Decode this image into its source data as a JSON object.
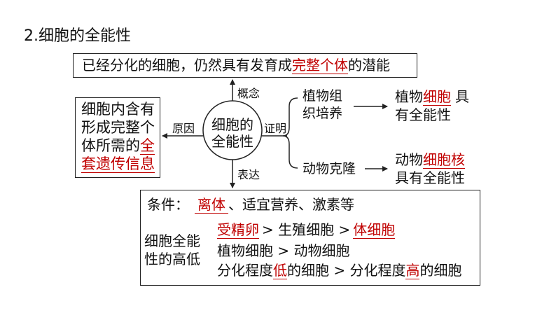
{
  "heading": "2.细胞的全能性",
  "top_box": {
    "prefix": "已经分化的细胞，仍然具有发育成",
    "highlight": "完整个体",
    "suffix": "的潜能"
  },
  "center": {
    "line1": "细胞的",
    "line2": "全能性"
  },
  "edge_labels": {
    "concept": "概念",
    "reason": "原因",
    "proof": "证明",
    "expression": "表达"
  },
  "reason_box": {
    "line1": "细胞内含有",
    "line2": "形成完整个",
    "line3_prefix": "体所需的",
    "line3_highlight": "全",
    "line4_highlight": "套遗传信息"
  },
  "proof": {
    "plant_method": {
      "line1": "植物组",
      "line2": "织培养"
    },
    "plant_result": {
      "prefix": "植物",
      "highlight": "细胞",
      "suffix": "具",
      "line2": "有全能性"
    },
    "animal_method": "动物克隆",
    "animal_result": {
      "prefix": "动物",
      "highlight": "细胞核",
      "line2": "具有全能性"
    }
  },
  "expression_box": {
    "condition_label": "条件：",
    "condition_highlight": "离体",
    "condition_rest": "、适宜营养、激素等",
    "level_label": {
      "line1": "细胞全能",
      "line2": "性的高低"
    },
    "row1": {
      "a": "受精卵",
      "sep1": "> 生殖细胞 >",
      "b": "体细胞"
    },
    "row2": "植物细胞 > 动物细胞",
    "row3": {
      "prefix": "分化程度",
      "a": "低",
      "mid": "的细胞 > 分化程度",
      "b": "高",
      "suffix": "的细胞"
    }
  }
}
